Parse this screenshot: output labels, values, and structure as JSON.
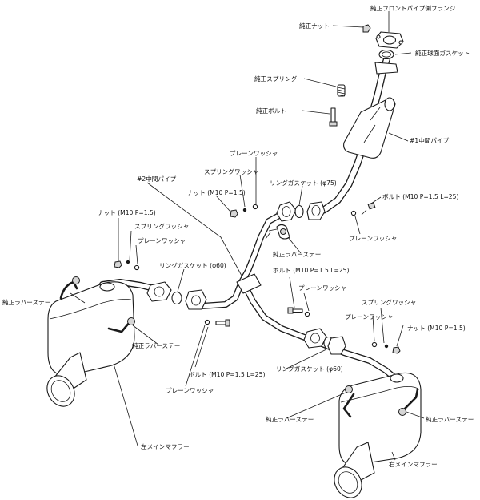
{
  "labels": {
    "front_pipe_flange": "純正フロントパイプ側フランジ",
    "oem_nut": "純正ナット",
    "oem_spherical_gasket": "純正球面ガスケット",
    "oem_spring": "純正スプリング",
    "oem_bolt": "純正ボルト",
    "mid_pipe_1": "#1中間パイプ",
    "plain_washer_top": "プレーンワッシャ",
    "mid_pipe_2": "#2中間パイプ",
    "spring_washer_top": "スプリングワッシャ",
    "nut_m10_top": "ナット (M10 P=1.5)",
    "ring_gasket_75": "リングガスケット (φ75)",
    "bolt_m10_l25_right": "ボルト (M10 P=1.5 L=25)",
    "plain_washer_right": "プレーンワッシャ",
    "nut_m10_left": "ナット (M10 P=1.5)",
    "spring_washer_left": "スプリングワッシャ",
    "plain_washer_left": "プレーンワッシャ",
    "oem_rubber_stay_center": "純正ラバーステー",
    "ring_gasket_60_left": "リングガスケット (φ60)",
    "bolt_m10_l25_center": "ボルト (M10 P=1.5 L=25)",
    "plain_washer_center": "プレーンワッシャ",
    "oem_rubber_stay_left": "純正ラバーステー",
    "spring_washer_right": "スプリングワッシャ",
    "plain_washer_right2": "プレーンワッシャ",
    "nut_m10_right": "ナット (M10 P=1.5)",
    "oem_rubber_stay_left2": "純正ラバーステー",
    "ring_gasket_60_right": "リングガスケット (φ60)",
    "bolt_m10_l25_left": "ボルト (M10 P=1.5 L=25)",
    "plain_washer_bottom": "プレーンワッシャ",
    "oem_rubber_stay_right_lower": "純正ラバーステー",
    "oem_rubber_stay_right": "純正ラバーステー",
    "left_main_muffler": "左メインマフラー",
    "right_main_muffler": "右メインマフラー"
  }
}
